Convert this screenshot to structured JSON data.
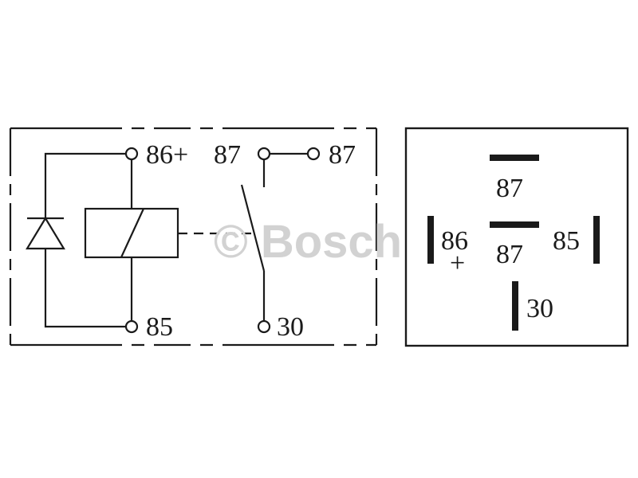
{
  "colors": {
    "line": "#1a1a1a",
    "watermark": "#d2d2d2",
    "background": "#ffffff"
  },
  "watermark": {
    "text": "© Bosch"
  },
  "schematic": {
    "terminals": {
      "t86": "86+",
      "t87_contact": "87",
      "t87_out": "87",
      "t85": "85",
      "t30": "30"
    }
  },
  "pinout": {
    "pins": {
      "p87_top": "87",
      "p87_mid": "87",
      "p86": "86",
      "p86_sign": "+",
      "p85": "85",
      "p30": "30"
    }
  }
}
